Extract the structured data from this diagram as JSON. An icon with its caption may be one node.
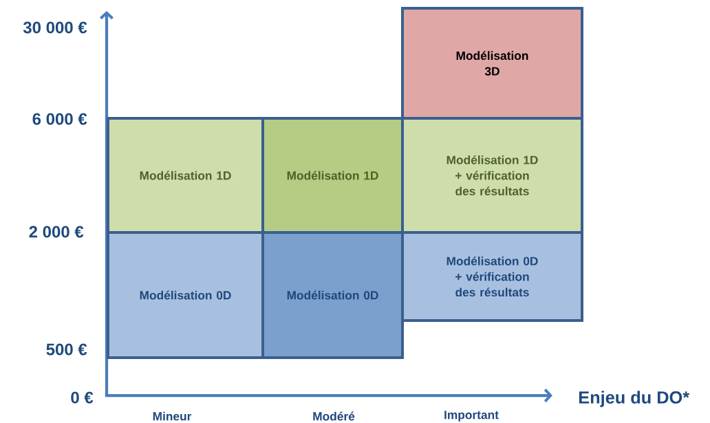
{
  "diagram": {
    "nodes": [
      {
        "text": [
          "Modélisation 3D"
        ]
      },
      {
        "text": [
          "Modélisation 1D"
        ]
      },
      {
        "text": [
          "Modélisation 1D"
        ]
      },
      {
        "text": [
          "Modélisation 1D + vérification des résultats"
        ]
      },
      {
        "text": [
          "Modélisation 0D"
        ]
      },
      {
        "text": [
          "Modélisation 0D"
        ]
      },
      {
        "text": [
          "Modélisation 0D + vérification des résultats"
        ]
      }
    ],
    "edges": [],
    "labels": [
      "30 000 €",
      "6 000 €",
      "2 000 €",
      "500 €",
      "0 €",
      "Enjeu du DO*",
      "Mineur",
      "Modéré",
      "Important"
    ]
  }
}
